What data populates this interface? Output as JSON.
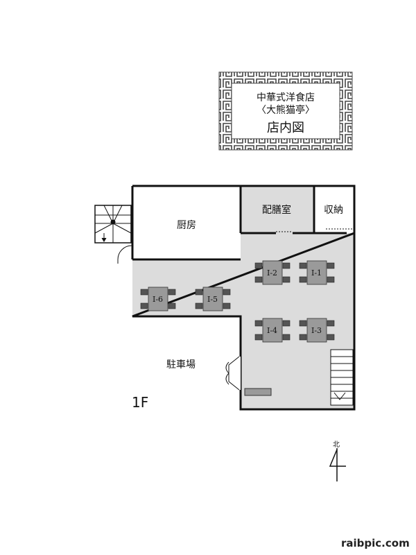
{
  "title": {
    "line1": "中華式洋食店",
    "line2": "〈大熊猫亭〉",
    "line3": "店内図"
  },
  "rooms": {
    "kitchen": "厨房",
    "pantry": "配膳室",
    "storage": "収納",
    "parking": "駐車場"
  },
  "tables": [
    {
      "id": "I-1"
    },
    {
      "id": "I-2"
    },
    {
      "id": "I-3"
    },
    {
      "id": "I-4"
    },
    {
      "id": "I-5"
    },
    {
      "id": "I-6"
    }
  ],
  "floor": "1F",
  "north": "北",
  "watermark": "raibpic.com",
  "colors": {
    "wall": "#111111",
    "floor_gray": "#dcdcdc",
    "table": "#9a9a9a",
    "chair": "#555555"
  }
}
